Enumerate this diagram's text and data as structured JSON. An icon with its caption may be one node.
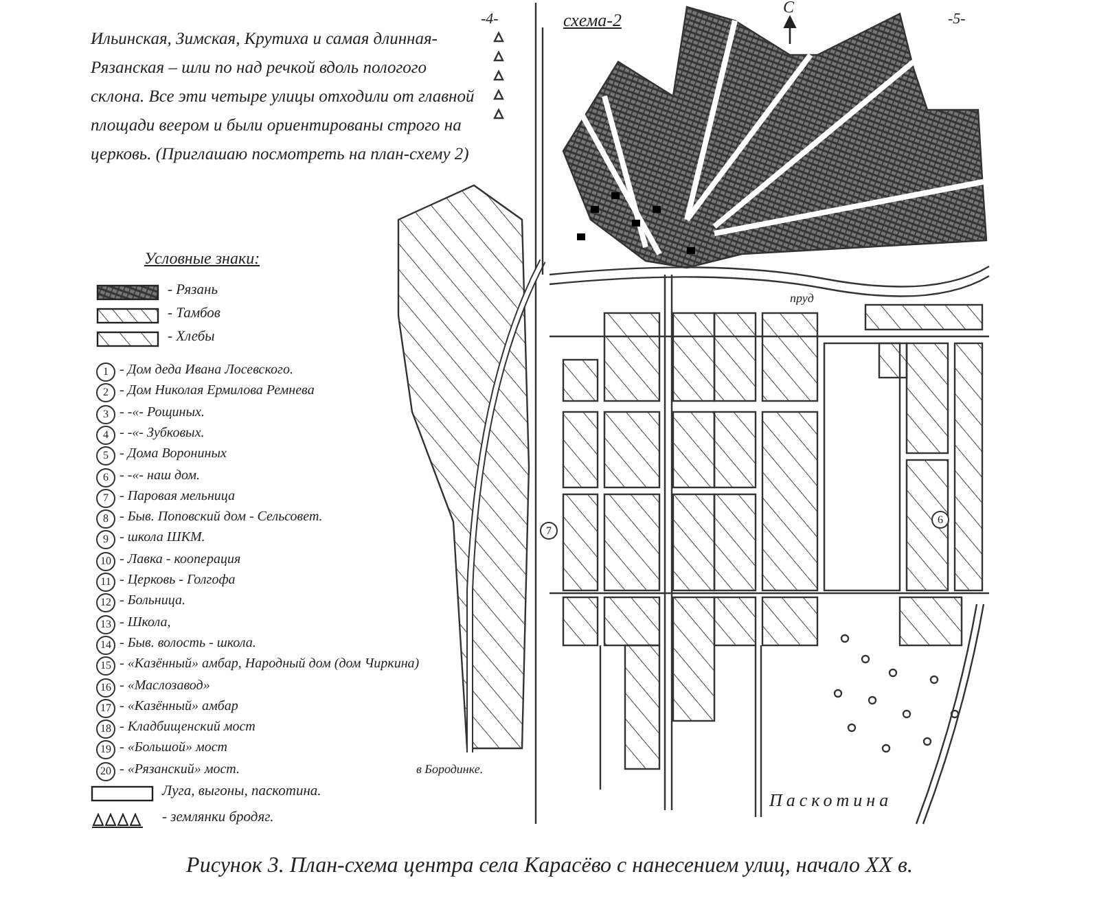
{
  "diagram": {
    "caption": "Рисунок 3. План-схема центра села Карасёво с нанесением улиц, начало XX в.",
    "labels": [
      "Ильинская, Зимская, Крутиха и самая длинная-Рязанская – шли по над речкой вдоль пологого склона. Все эти четыре улицы отходили от главной площади веером и были ориентированы строго на церковь. (Приглашаю посмотреть на план-схему 2)",
      "-4-",
      "схема-2",
      "С",
      "-5-",
      "Условные знаки:",
      "1",
      "- Дом деда Ивана Лосевского.",
      "2",
      "- Дом Николая Ермилова Ремнева",
      "3",
      "- -«- Рощиных.",
      "4",
      "- -«- Зубковых.",
      "5",
      "- Дома Ворониных",
      "6",
      "- -«- наш дом.",
      "7",
      "- Паровая мельница",
      "8",
      "- Быв. Поповский дом - Сельсовет.",
      "9",
      "- школа ШКМ.",
      "10",
      "- Лавка - кооперация",
      "11",
      "- Церковь - Голгофа",
      "12",
      "- Больница.",
      "13",
      "- Школа,",
      "14",
      "- Быв. волость - школа.",
      "15",
      "- «Казённый» амбар, Народный дом (дом Чиркина)",
      "16",
      "- «Маслозавод»",
      "17",
      "- «Казённый» амбар",
      "18",
      "- Кладбищенский мост",
      "19",
      "- «Большой» мост",
      "20",
      "- «Рязанский» мост.",
      "пруд",
      "в Бородинке.",
      "Паскотина",
      "6",
      "7"
    ],
    "legend": [
      {
        "text": "- Рязань"
      },
      {
        "text": "- Тамбов"
      },
      {
        "text": "- Хлебы"
      },
      {
        "text": "Луга, выгоны, паскотина."
      },
      {
        "text": "- землянки бродяг."
      }
    ]
  }
}
